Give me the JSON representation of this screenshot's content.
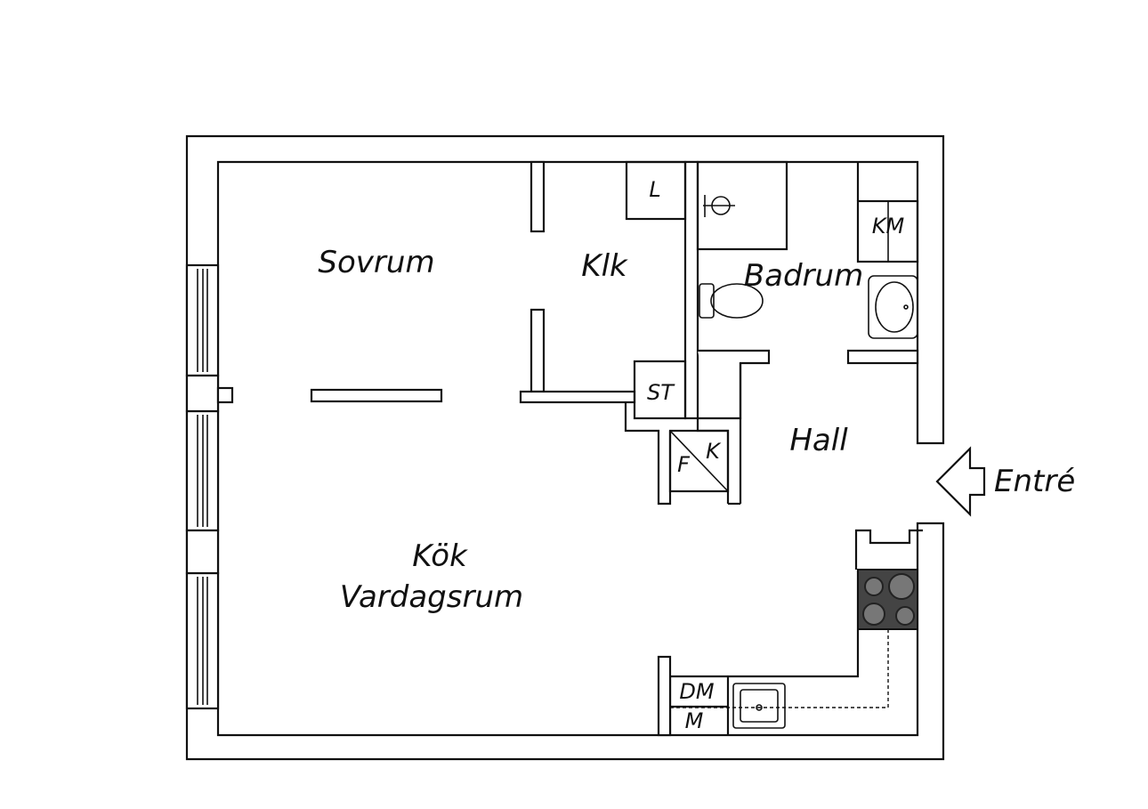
{
  "rooms": {
    "sovrum": "Sovrum",
    "klk": "Klk",
    "badrum": "Badrum",
    "hall": "Hall",
    "kok": "Kök",
    "vardagsrum": "Vardagsrum"
  },
  "fixtures": {
    "linen": "L",
    "wardrobe_st": "ST",
    "washer": "KM",
    "freezer": "F",
    "fridge": "K",
    "dishwasher": "DM",
    "microwave": "M"
  },
  "entrance": "Entré"
}
